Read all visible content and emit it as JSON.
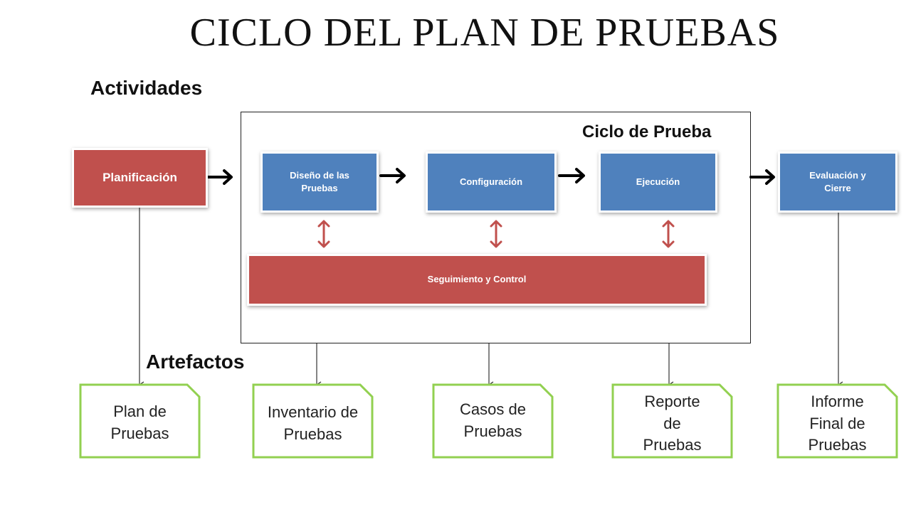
{
  "title": "CICLO DEL PLAN DE PRUEBAS",
  "labels": {
    "activities": "Actividades",
    "artifacts": "Artefactos",
    "cycle": "Ciclo de Prueba"
  },
  "activities": {
    "planning": "Planificación",
    "design": "Diseño de las Pruebas",
    "configuration": "Configuración",
    "execution": "Ejecución",
    "evaluation": "Evaluación y Cierre",
    "monitoring": "Seguimiento y Control"
  },
  "artifacts": {
    "test_plan": "Plan de Pruebas",
    "test_inventory": "Inventario de Pruebas",
    "test_cases": "Casos de Pruebas",
    "test_report": "Reporte de Pruebas",
    "final_report": "Informe Final de Pruebas"
  },
  "colors": {
    "activity_red": "#c0504d",
    "activity_blue": "#4f81bd",
    "artifact_border": "#92d050",
    "double_arrow": "#c0504d"
  }
}
